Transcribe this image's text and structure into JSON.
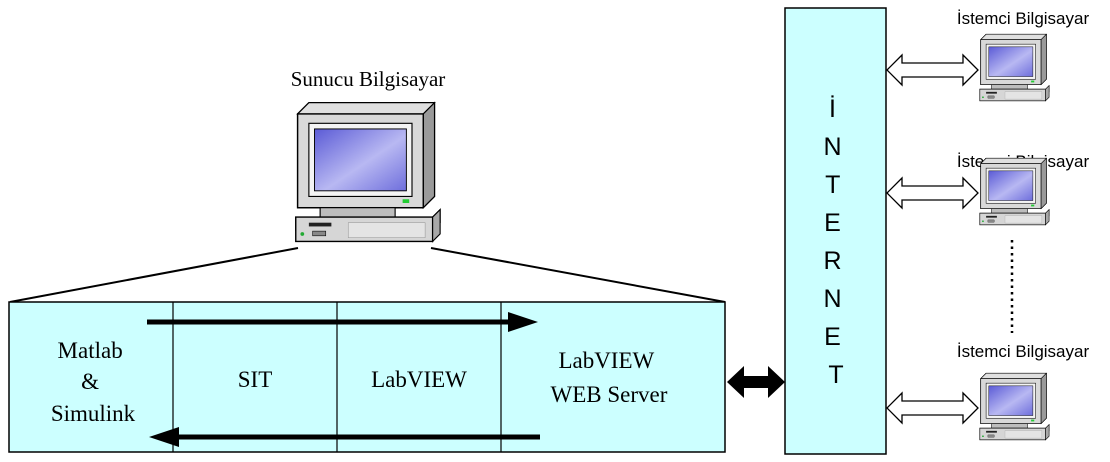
{
  "server": {
    "label": "Sunucu Bilgisayar"
  },
  "pipeline": {
    "boxes": [
      {
        "lines": [
          "Matlab",
          "&",
          "Simulink"
        ]
      },
      {
        "lines": [
          "SIT"
        ]
      },
      {
        "lines": [
          "LabVIEW"
        ]
      },
      {
        "lines": [
          "LabVIEW",
          "WEB Server"
        ]
      }
    ]
  },
  "internet": {
    "letters": [
      "İ",
      "N",
      "T",
      "E",
      "R",
      "N",
      "E",
      "T"
    ]
  },
  "clients": [
    {
      "label": "İstemci Bilgisayar"
    },
    {
      "label": "İstemci Bilgisayar"
    },
    {
      "label": "İstemci Bilgisayar"
    }
  ],
  "colors": {
    "panel_fill": "#ccffff",
    "stroke": "#000000",
    "screen": "#8f8fe6",
    "computer_body": "#cfcfcf"
  }
}
